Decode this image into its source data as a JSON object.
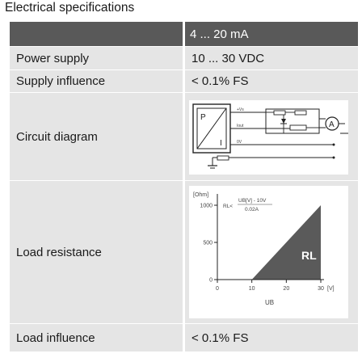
{
  "page": {
    "title": "Electrical specifications"
  },
  "table": {
    "header": {
      "label": "",
      "value": "4 ... 20 mA"
    },
    "rows": {
      "power_supply": {
        "label": "Power supply",
        "value": "10 ... 30 VDC"
      },
      "supply_influence": {
        "label": "Supply influence",
        "value": "< 0.1% FS"
      },
      "circuit_diagram": {
        "label": "Circuit diagram"
      },
      "load_resistance": {
        "label": "Load resistance"
      },
      "load_influence": {
        "label": "Load influence",
        "value": "< 0.1% FS"
      }
    }
  },
  "circuit": {
    "sensor_box_label": "P",
    "output_label": "I",
    "wire_labels": [
      "+Vs",
      "Iout",
      "0V"
    ],
    "ammeter_label": "A"
  },
  "load_chart": {
    "unit_label": "[Ohm]",
    "formula": {
      "lhs": "RL<",
      "numerator": "UB[V] - 10V",
      "denominator": "0.02A"
    },
    "area_label": "RL",
    "x_unit": "[V]",
    "x_axis_label": "UB",
    "colors": {
      "area": "#5a5a5a",
      "plot_bg": "#ffffff"
    }
  },
  "chart_data": {
    "type": "area",
    "xlabel": "UB",
    "ylabel": "[Ohm]",
    "xlim": [
      0,
      30
    ],
    "ylim": [
      0,
      1000
    ],
    "x_ticks": [
      0,
      10,
      20,
      30
    ],
    "y_ticks": [
      0,
      500,
      1000
    ],
    "series": [
      {
        "name": "RL",
        "x": [
          10,
          30
        ],
        "y": [
          0,
          1000
        ]
      }
    ],
    "grid": false
  }
}
